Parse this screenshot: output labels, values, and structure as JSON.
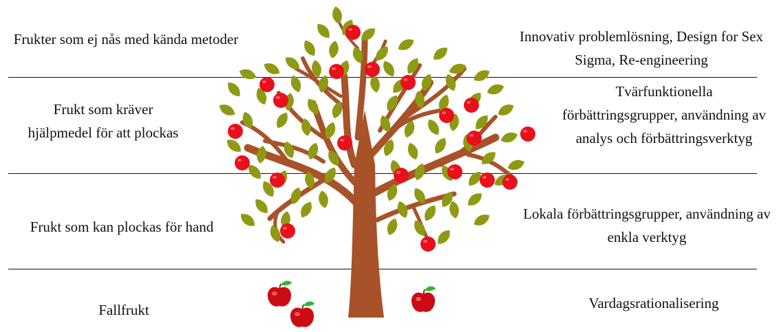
{
  "left_labels": [
    "Frukter som ej nås med kända metoder",
    "Frukt som kräver hjälpmedel för att plockas",
    "Frukt som kan plockas för hand",
    "Fallfrukt"
  ],
  "right_labels": [
    "Innovativ problemlösning, Design for Sex Sigma, Re-engineering",
    "Tvärfunktionella förbättringsgrupper, användning av analys och förbättringsverktyg",
    "Lokala förbättringsgrupper, användning av enkla verktyg",
    "Vardagsrationalisering"
  ],
  "colors": {
    "trunk": "#a8522a",
    "leaf": "#8f9a14",
    "fruit": "#e8101a",
    "fruit_stem_leaf": "#35b52a",
    "rule": "#111111"
  },
  "icons": [
    "tree-icon",
    "apple-icon",
    "leaf-icon"
  ]
}
